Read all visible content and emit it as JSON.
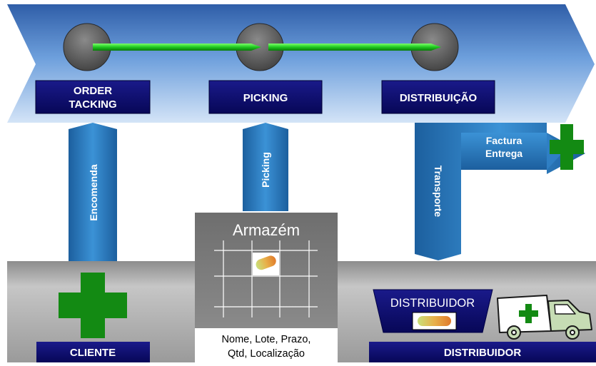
{
  "stages": {
    "order_line1": "ORDER",
    "order_line2": "TACKING",
    "picking": "PICKING",
    "distribuicao": "DISTRIBUIÇÃO"
  },
  "flows": {
    "encomenda": "Encomenda",
    "picking": "Picking",
    "transporte": "Transporte",
    "factura_line1": "Factura",
    "factura_line2": "Entrega"
  },
  "warehouse": {
    "title": "Armazém",
    "caption_line1": "Nome, Lote, Prazo,",
    "caption_line2": "Qtd, Localização"
  },
  "bottom": {
    "cliente": "CLIENTE",
    "distribuidor": "DISTRIBUIDOR",
    "distribuidor_box": "DISTRIBUIDOR"
  },
  "colors": {
    "label_navy": "#0a0a6e",
    "top_band_blue": "#5b8fd0",
    "arrow_blue": "#2f7fc4",
    "cross_green": "#138a13",
    "bottom_gray": "#a9a9a9"
  },
  "icons": {
    "process_nodes": "gray-circle",
    "flow_line": "green-arrow",
    "pharmacy": "green-cross",
    "medicine": "pill-capsule",
    "vehicle": "delivery-van"
  }
}
